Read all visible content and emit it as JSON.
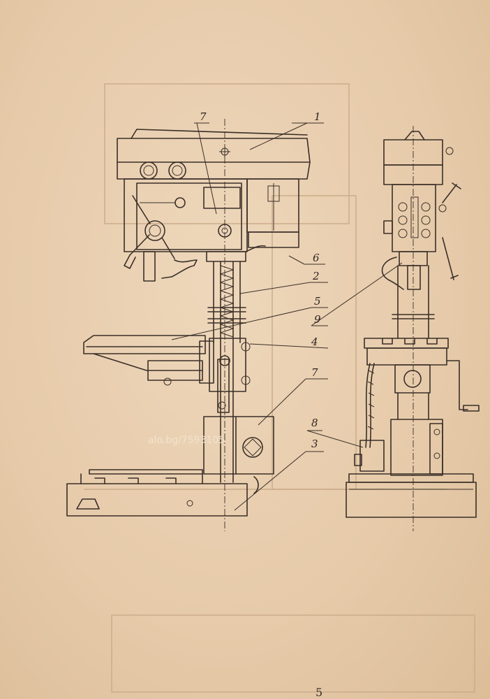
{
  "labels": {
    "l1": "1",
    "l2": "2",
    "l3": "3",
    "l4": "4",
    "l5": "5",
    "l6": "6",
    "l7a": "7",
    "l7b": "7",
    "l8": "8",
    "l9": "9"
  },
  "watermark": "alo.bg/7593105",
  "page_number": "5",
  "colors": {
    "paper": "#e9cfb0",
    "ink": "#3a2f28"
  }
}
